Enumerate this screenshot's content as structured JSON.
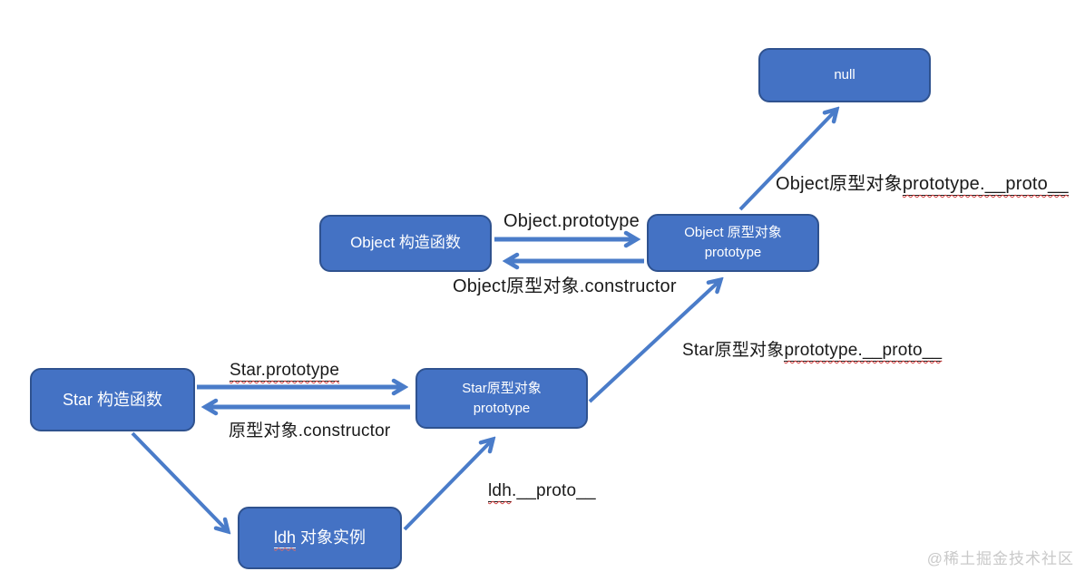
{
  "nodes": {
    "null_box": {
      "label": "null"
    },
    "object_constructor": {
      "label": "Object 构造函数"
    },
    "object_prototype": {
      "line1": "Object 原型对象",
      "line2": "prototype"
    },
    "star_constructor": {
      "label": "Star 构造函数"
    },
    "star_prototype": {
      "line1": "Star原型对象",
      "line2": "prototype"
    },
    "ldh_instance": {
      "underlined": "ldh",
      "rest": " 对象实例"
    }
  },
  "edge_labels": {
    "object_prototype": "Object.prototype",
    "object_constructor_back": "Object原型对象.constructor",
    "object_proto_chain": {
      "plain": "Object原型对象",
      "underlined": "prototype.__proto__"
    },
    "star_prototype": "Star.prototype",
    "star_constructor_back": "原型对象.constructor",
    "star_proto_chain": {
      "plain": "Star原型对象",
      "underlined": "prototype.__proto__"
    },
    "ldh_proto": {
      "underlined": "ldh",
      "rest": ".__proto__"
    }
  },
  "watermark": "@稀土掘金技术社区",
  "colors": {
    "node_fill": "#4472c4",
    "node_border": "#2f528f",
    "arrow": "#4a7cc9",
    "node_text": "#ffffff",
    "label_text": "#1a1a1a",
    "wavy_underline": "#d23f3f",
    "watermark": "#c9c9c9"
  }
}
